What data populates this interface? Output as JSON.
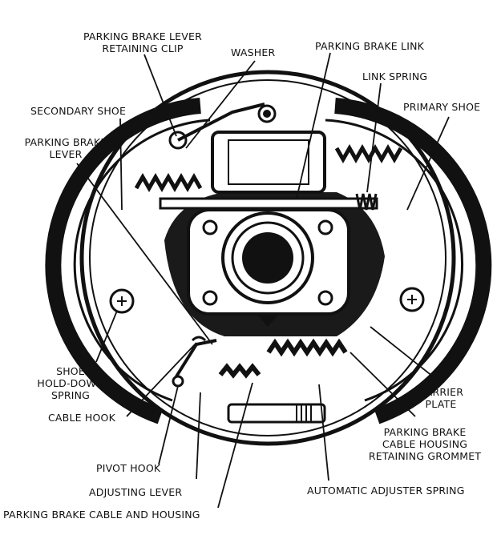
{
  "labels": {
    "parking_brake_lever_retaining_clip": [
      "PARKING BRAKE LEVER",
      "RETAINING CLIP"
    ],
    "washer": "WASHER",
    "parking_brake_link": "PARKING BRAKE LINK",
    "link_spring": "LINK SPRING",
    "secondary_shoe": "SECONDARY SHOE",
    "primary_shoe": "PRIMARY SHOE",
    "parking_brake_lever": [
      "PARKING BRAKE",
      "LEVER"
    ],
    "shoe_hold_down_spring": [
      "SHOE",
      "HOLD-DOWN",
      "SPRING"
    ],
    "cable_hook": "CABLE HOOK",
    "carrier_plate": [
      "CARRIER",
      "PLATE"
    ],
    "parking_brake_cable_housing_retaining_grommet": [
      "PARKING BRAKE",
      "CABLE HOUSING",
      "RETAINING GROMMET"
    ],
    "pivot_hook": "PIVOT HOOK",
    "adjusting_lever": "ADJUSTING LEVER",
    "automatic_adjuster_spring": "AUTOMATIC ADJUSTER SPRING",
    "parking_brake_cable_and_housing": "PARKING BRAKE CABLE AND HOUSING"
  }
}
